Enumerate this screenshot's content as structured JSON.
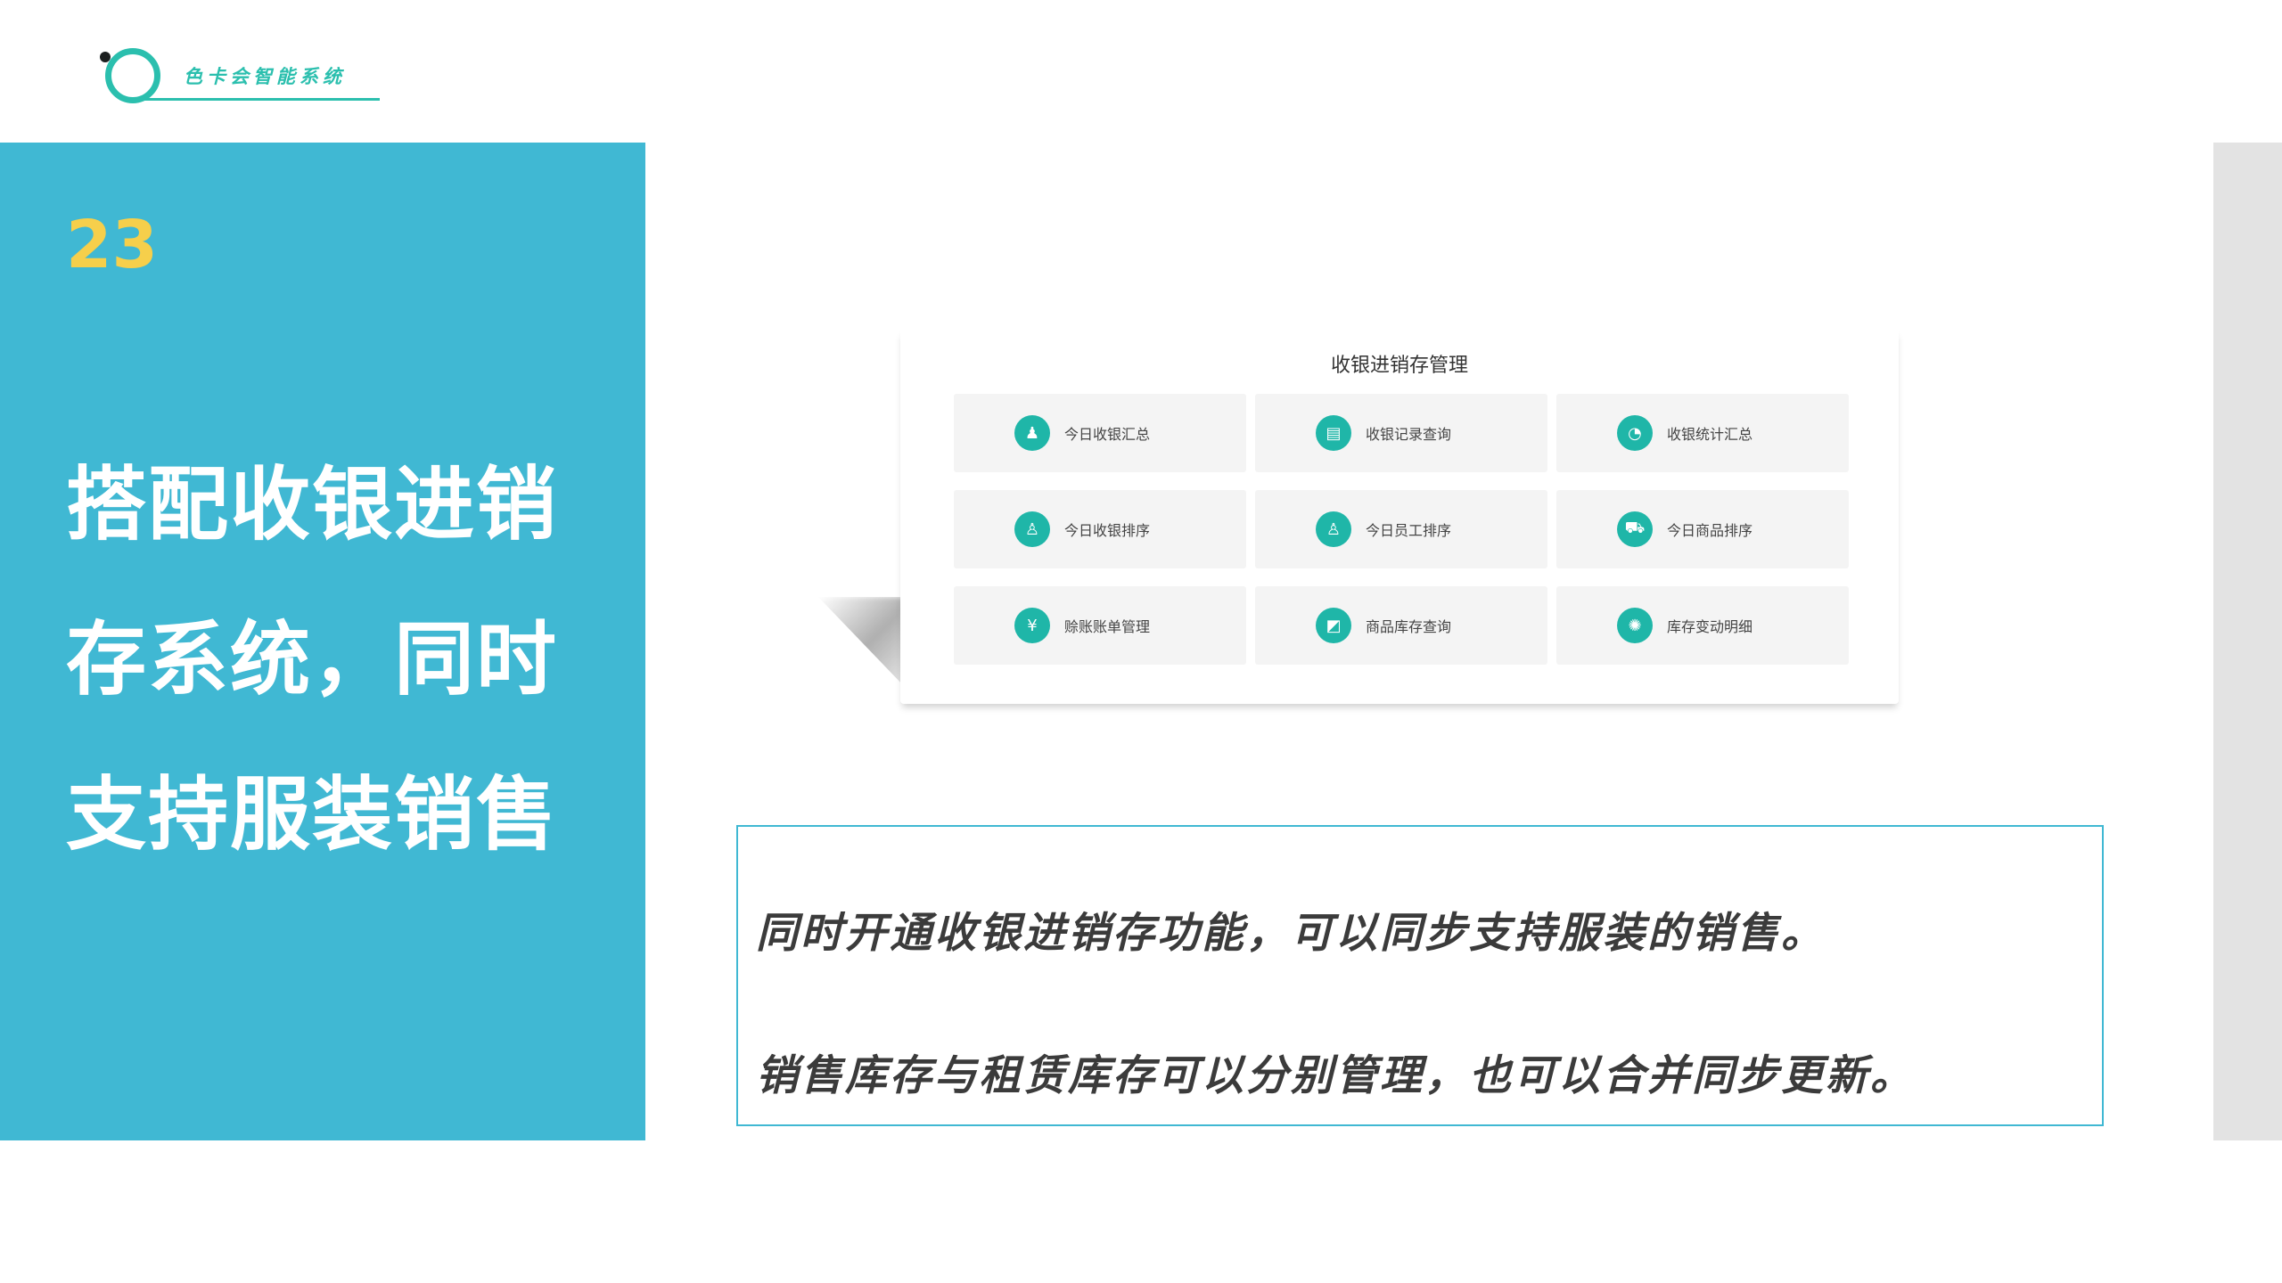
{
  "logo": {
    "text": "色卡会智能系统",
    "colors": {
      "brand": "#2bbfae",
      "dot": "#1b1f1f"
    }
  },
  "slide": {
    "number": "23",
    "headline_lines": [
      "搭配收银进销",
      "存系统，同时",
      "支持服装销售"
    ],
    "colors": {
      "panel": "#40b8d3",
      "number": "#f6cf4b",
      "headline": "#ffffff",
      "strip": "#e3e3e3"
    }
  },
  "screenshot": {
    "title": "收银进销存管理",
    "tiles": [
      {
        "icon": "people-icon",
        "glyph": "♟",
        "label": "今日收银汇总"
      },
      {
        "icon": "document-icon",
        "glyph": "▤",
        "label": "收银记录查询"
      },
      {
        "icon": "pie-chart-icon",
        "glyph": "◔",
        "label": "收银统计汇总"
      },
      {
        "icon": "user-icon",
        "glyph": "♙",
        "label": "今日收银排序"
      },
      {
        "icon": "user-icon",
        "glyph": "♙",
        "label": "今日员工排序"
      },
      {
        "icon": "cart-icon",
        "glyph": "⛟",
        "label": "今日商品排序"
      },
      {
        "icon": "money-bag-icon",
        "glyph": "¥",
        "label": "赊账账单管理"
      },
      {
        "icon": "box-icon",
        "glyph": "◩",
        "label": "商品库存查询"
      },
      {
        "icon": "spinner-icon",
        "glyph": "✺",
        "label": "库存变动明细"
      }
    ],
    "colors": {
      "icon_bg": "#1fb6a8",
      "tile_bg": "#f4f4f4"
    }
  },
  "description": {
    "line1": "同时开通收银进销存功能，可以同步支持服装的销售。",
    "line2": "销售库存与租赁库存可以分别管理，也可以合并同步更新。",
    "colors": {
      "border": "#40b8d3",
      "text": "#3b3b3b"
    }
  }
}
